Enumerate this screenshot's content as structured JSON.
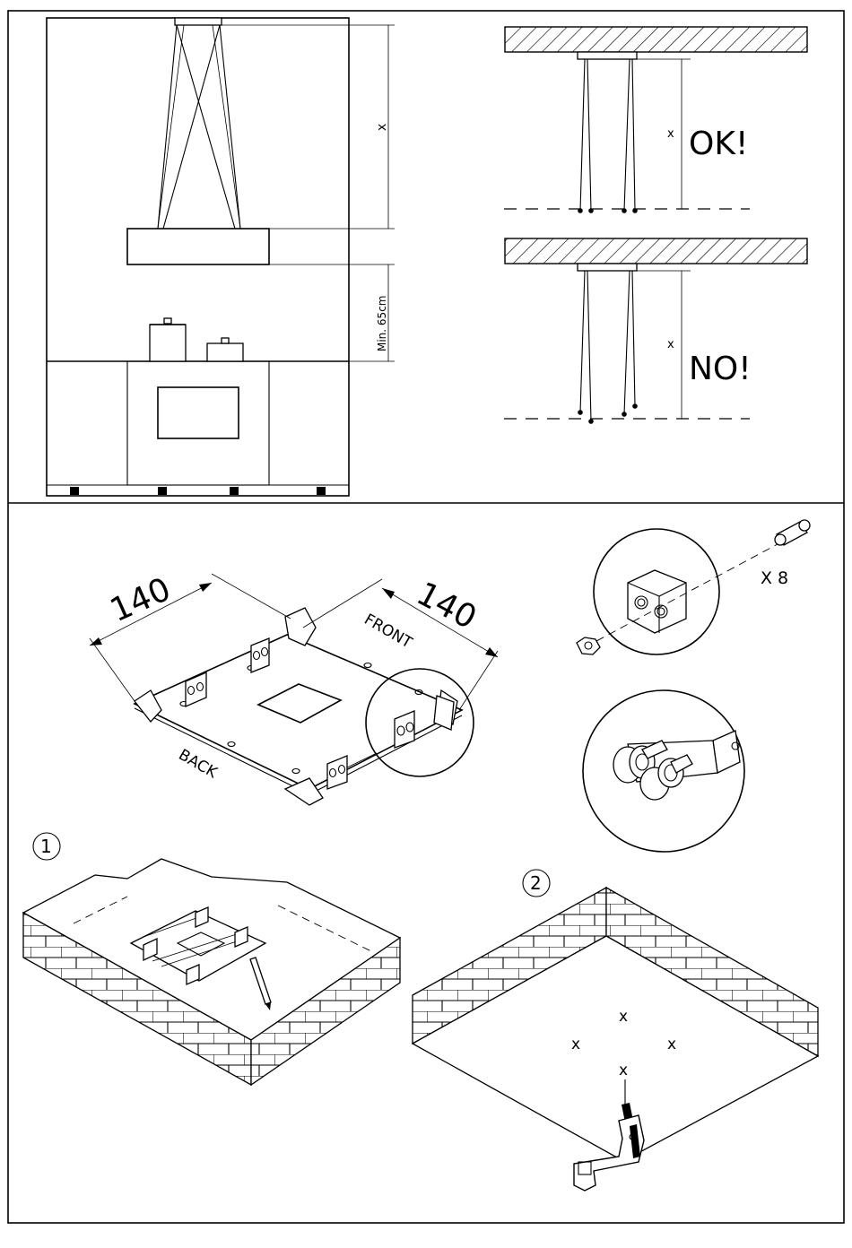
{
  "panel_top_left": {
    "dimension_x": "x",
    "dimension_min": "Min. 65cm"
  },
  "panel_top_right": {
    "ok_dimension": "x",
    "ok_label": "OK!",
    "no_dimension": "x",
    "no_label": "NO!"
  },
  "panel_bracket": {
    "dim_left": "140",
    "dim_right": "140",
    "front_label": "FRONT",
    "back_label": "BACK",
    "screw_count": "X 8"
  },
  "steps": {
    "step1": "1",
    "step2": "2",
    "mark": "x"
  }
}
